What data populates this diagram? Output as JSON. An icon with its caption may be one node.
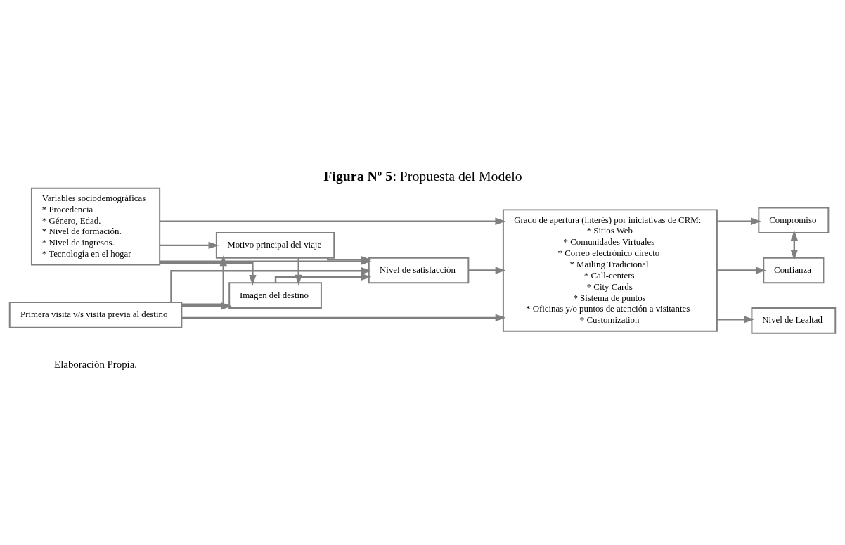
{
  "diagram": {
    "title": "**Figura Nº 5**: Propuesta del Modelo",
    "caption": "Elaboración Propia.",
    "nodes": [
      {
        "text": [
          "Variables sociodemográficas",
          "* Procedencia",
          "* Género, Edad.",
          "* Nivel de formación.",
          "* Nivel de ingresos.",
          "* Tecnología en el hogar"
        ]
      },
      {
        "text": [
          "Imagen del destino"
        ]
      },
      {
        "text": [
          "Nivel de satisfacción"
        ]
      },
      {
        "text": [
          "Grado de apertura (interés) por iniciativas de CRM:",
          "* Sitios Web",
          "* Comunidades Virtuales",
          "* Correo electrónico directo",
          "* Mailing Tradicional",
          "* Call-centers",
          "* City Cards",
          "* Sistema de puntos",
          "* Oficinas y/o puntos de atención a visitantes",
          "* Customization"
        ]
      },
      {
        "text": [
          "Compromiso"
        ]
      },
      {
        "text": [
          "Nivel de Lealtad"
        ]
      },
      {
        "text": [
          "Motivo principal del viaje"
        ]
      },
      {
        "text": [
          "Confianza"
        ]
      },
      {
        "text": [
          "Primera visita v/s visita previa al destino"
        ]
      }
    ],
    "edges": [
      {
        "from": 0,
        "to": 3,
        "arrow": "to"
      },
      {
        "from": 0,
        "to": 2,
        "arrow": "to"
      },
      {
        "from": 0,
        "to": 1,
        "arrow": "to"
      },
      {
        "from": 0,
        "to": 6,
        "arrow": "to"
      },
      {
        "from": 8,
        "to": 1,
        "arrow": "to"
      },
      {
        "from": 6,
        "to": 1,
        "arrow": "to"
      },
      {
        "from": 1,
        "to": 2,
        "arrow": "to"
      },
      {
        "from": 6,
        "to": 2,
        "arrow": "to"
      },
      {
        "from": 8,
        "to": 6,
        "arrow": "to"
      },
      {
        "from": 8,
        "to": 2,
        "arrow": "to"
      },
      {
        "from": 2,
        "to": 3,
        "arrow": "to"
      },
      {
        "from": 8,
        "to": 3,
        "arrow": "to"
      },
      {
        "from": 3,
        "to": 4,
        "arrow": "to"
      },
      {
        "from": 3,
        "to": 5,
        "arrow": "to"
      },
      {
        "from": 4,
        "to": 7,
        "arrow": "both"
      },
      {
        "from": 3,
        "to": 7,
        "arrow": "to"
      }
    ]
  }
}
